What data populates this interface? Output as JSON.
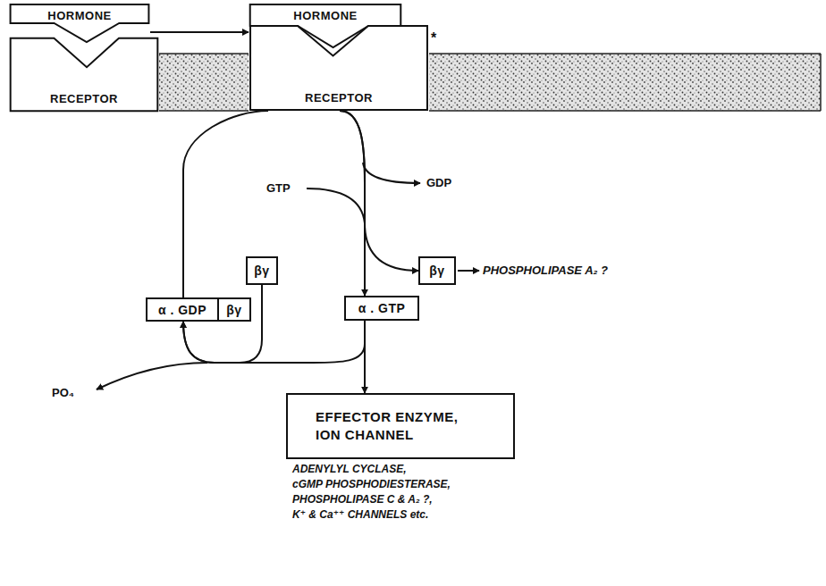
{
  "diagram": {
    "nodes": [
      {
        "text": [
          "HORMONE"
        ]
      },
      {
        "text": [
          "RECEPTOR"
        ]
      },
      {
        "text": [
          "HORMONE"
        ]
      },
      {
        "text": [
          "RECEPTOR",
          "*"
        ]
      },
      {
        "text": [
          "βγ"
        ]
      },
      {
        "text": [
          "α . GDP",
          "βγ"
        ]
      },
      {
        "text": [
          "α . GTP"
        ]
      },
      {
        "text": [
          "βγ"
        ]
      },
      {
        "text": [
          "EFFECTOR ENZYME, ION CHANNEL"
        ]
      }
    ],
    "edges": [
      {
        "from": 0,
        "to": 2,
        "arrow": "to"
      },
      {
        "from": 5,
        "to": 3,
        "arrow": "none"
      },
      {
        "from": 3,
        "to": 6,
        "arrow": "to"
      },
      {
        "from": 3,
        "to": 4,
        "arrow": "to"
      },
      {
        "from": 6,
        "to": 8,
        "arrow": "to"
      },
      {
        "from": 6,
        "to": 5,
        "arrow": "to"
      },
      {
        "from": 7,
        "to": 5,
        "arrow": "to"
      }
    ],
    "labels": [
      "GTP",
      "GDP",
      "PHOSPHOLIPASE A₂ ?",
      "PO₄",
      "ADENYLYL CYCLASE,",
      "cGMP PHOSPHODIESTERASE,",
      "PHOSPHOLIPASE C & A₂ ?,",
      "K⁺ & Ca⁺⁺ CHANNELS etc."
    ]
  }
}
